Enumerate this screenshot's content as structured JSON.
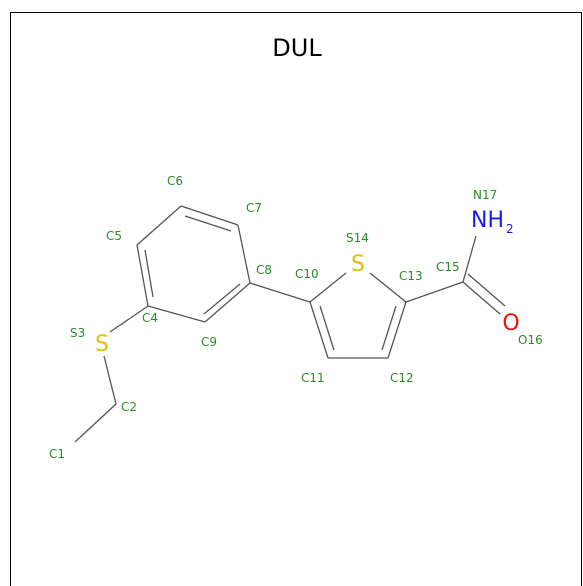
{
  "title": "DUL",
  "colors": {
    "label_green": "#2a8a2a",
    "sulfur": "#e0c000",
    "nitrogen": "#1a1aee",
    "oxygen": "#ee1111",
    "bond": "#555555"
  },
  "atoms": [
    {
      "id": "C1",
      "label": "C1"
    },
    {
      "id": "C2",
      "label": "C2"
    },
    {
      "id": "S3",
      "label": "S3"
    },
    {
      "id": "C4",
      "label": "C4"
    },
    {
      "id": "C5",
      "label": "C5"
    },
    {
      "id": "C6",
      "label": "C6"
    },
    {
      "id": "C7",
      "label": "C7"
    },
    {
      "id": "C8",
      "label": "C8"
    },
    {
      "id": "C9",
      "label": "C9"
    },
    {
      "id": "C10",
      "label": "C10"
    },
    {
      "id": "C11",
      "label": "C11"
    },
    {
      "id": "C12",
      "label": "C12"
    },
    {
      "id": "C13",
      "label": "C13"
    },
    {
      "id": "S14",
      "label": "S14"
    },
    {
      "id": "C15",
      "label": "C15"
    },
    {
      "id": "O16",
      "label": "O16"
    },
    {
      "id": "N17",
      "label": "N17"
    }
  ],
  "heteroatoms": {
    "s3": "S",
    "s14": "S",
    "o16": "O",
    "n17": "NH",
    "n17_sub": "2"
  }
}
